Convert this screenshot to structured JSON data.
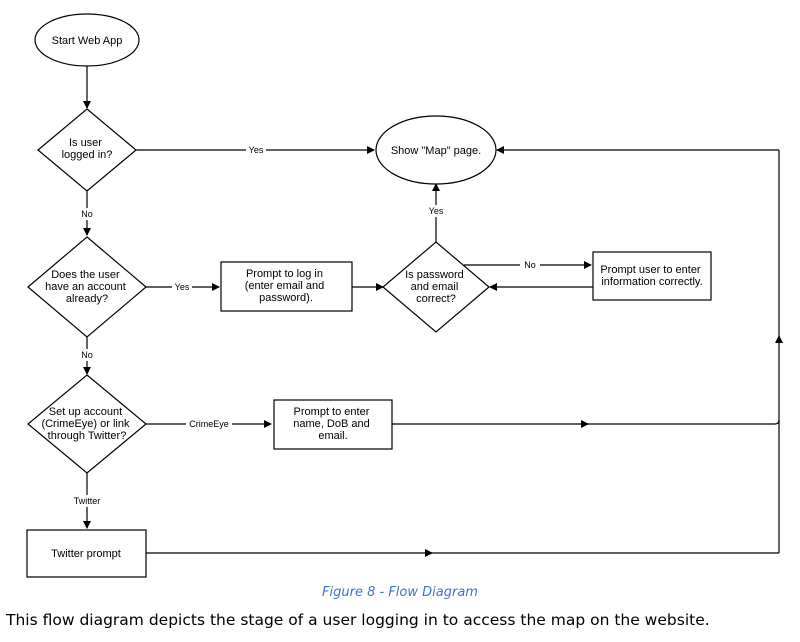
{
  "nodes": {
    "start": [
      "Start Web App"
    ],
    "logged_in": [
      "Is user",
      "logged in?"
    ],
    "show_map": [
      "Show \"Map\" page."
    ],
    "has_account": [
      "Does the user",
      "have an account",
      "already?"
    ],
    "prompt_login": [
      "Prompt to log in",
      "(enter email and",
      "password)."
    ],
    "password_correct": [
      "Is password",
      "and email",
      "correct?"
    ],
    "prompt_reenter": [
      "Prompt user to enter",
      "information correctly."
    ],
    "setup_account": [
      "Set up account",
      "(CrimeEye) or link",
      "through Twitter?"
    ],
    "prompt_details": [
      "Prompt to enter",
      "name, DoB and",
      "email."
    ],
    "twitter_prompt": [
      "Twitter prompt"
    ]
  },
  "edge_labels": {
    "yes_logged_in": "Yes",
    "no_logged_in": "No",
    "yes_has_account": "Yes",
    "no_has_account": "No",
    "yes_password": "Yes",
    "no_password": "No",
    "crimeeye": "CrimeEye",
    "twitter": "Twitter"
  },
  "caption": "Figure 8 - Flow Diagram",
  "description": "This flow diagram depicts the stage of a user logging in to access the map on the website."
}
